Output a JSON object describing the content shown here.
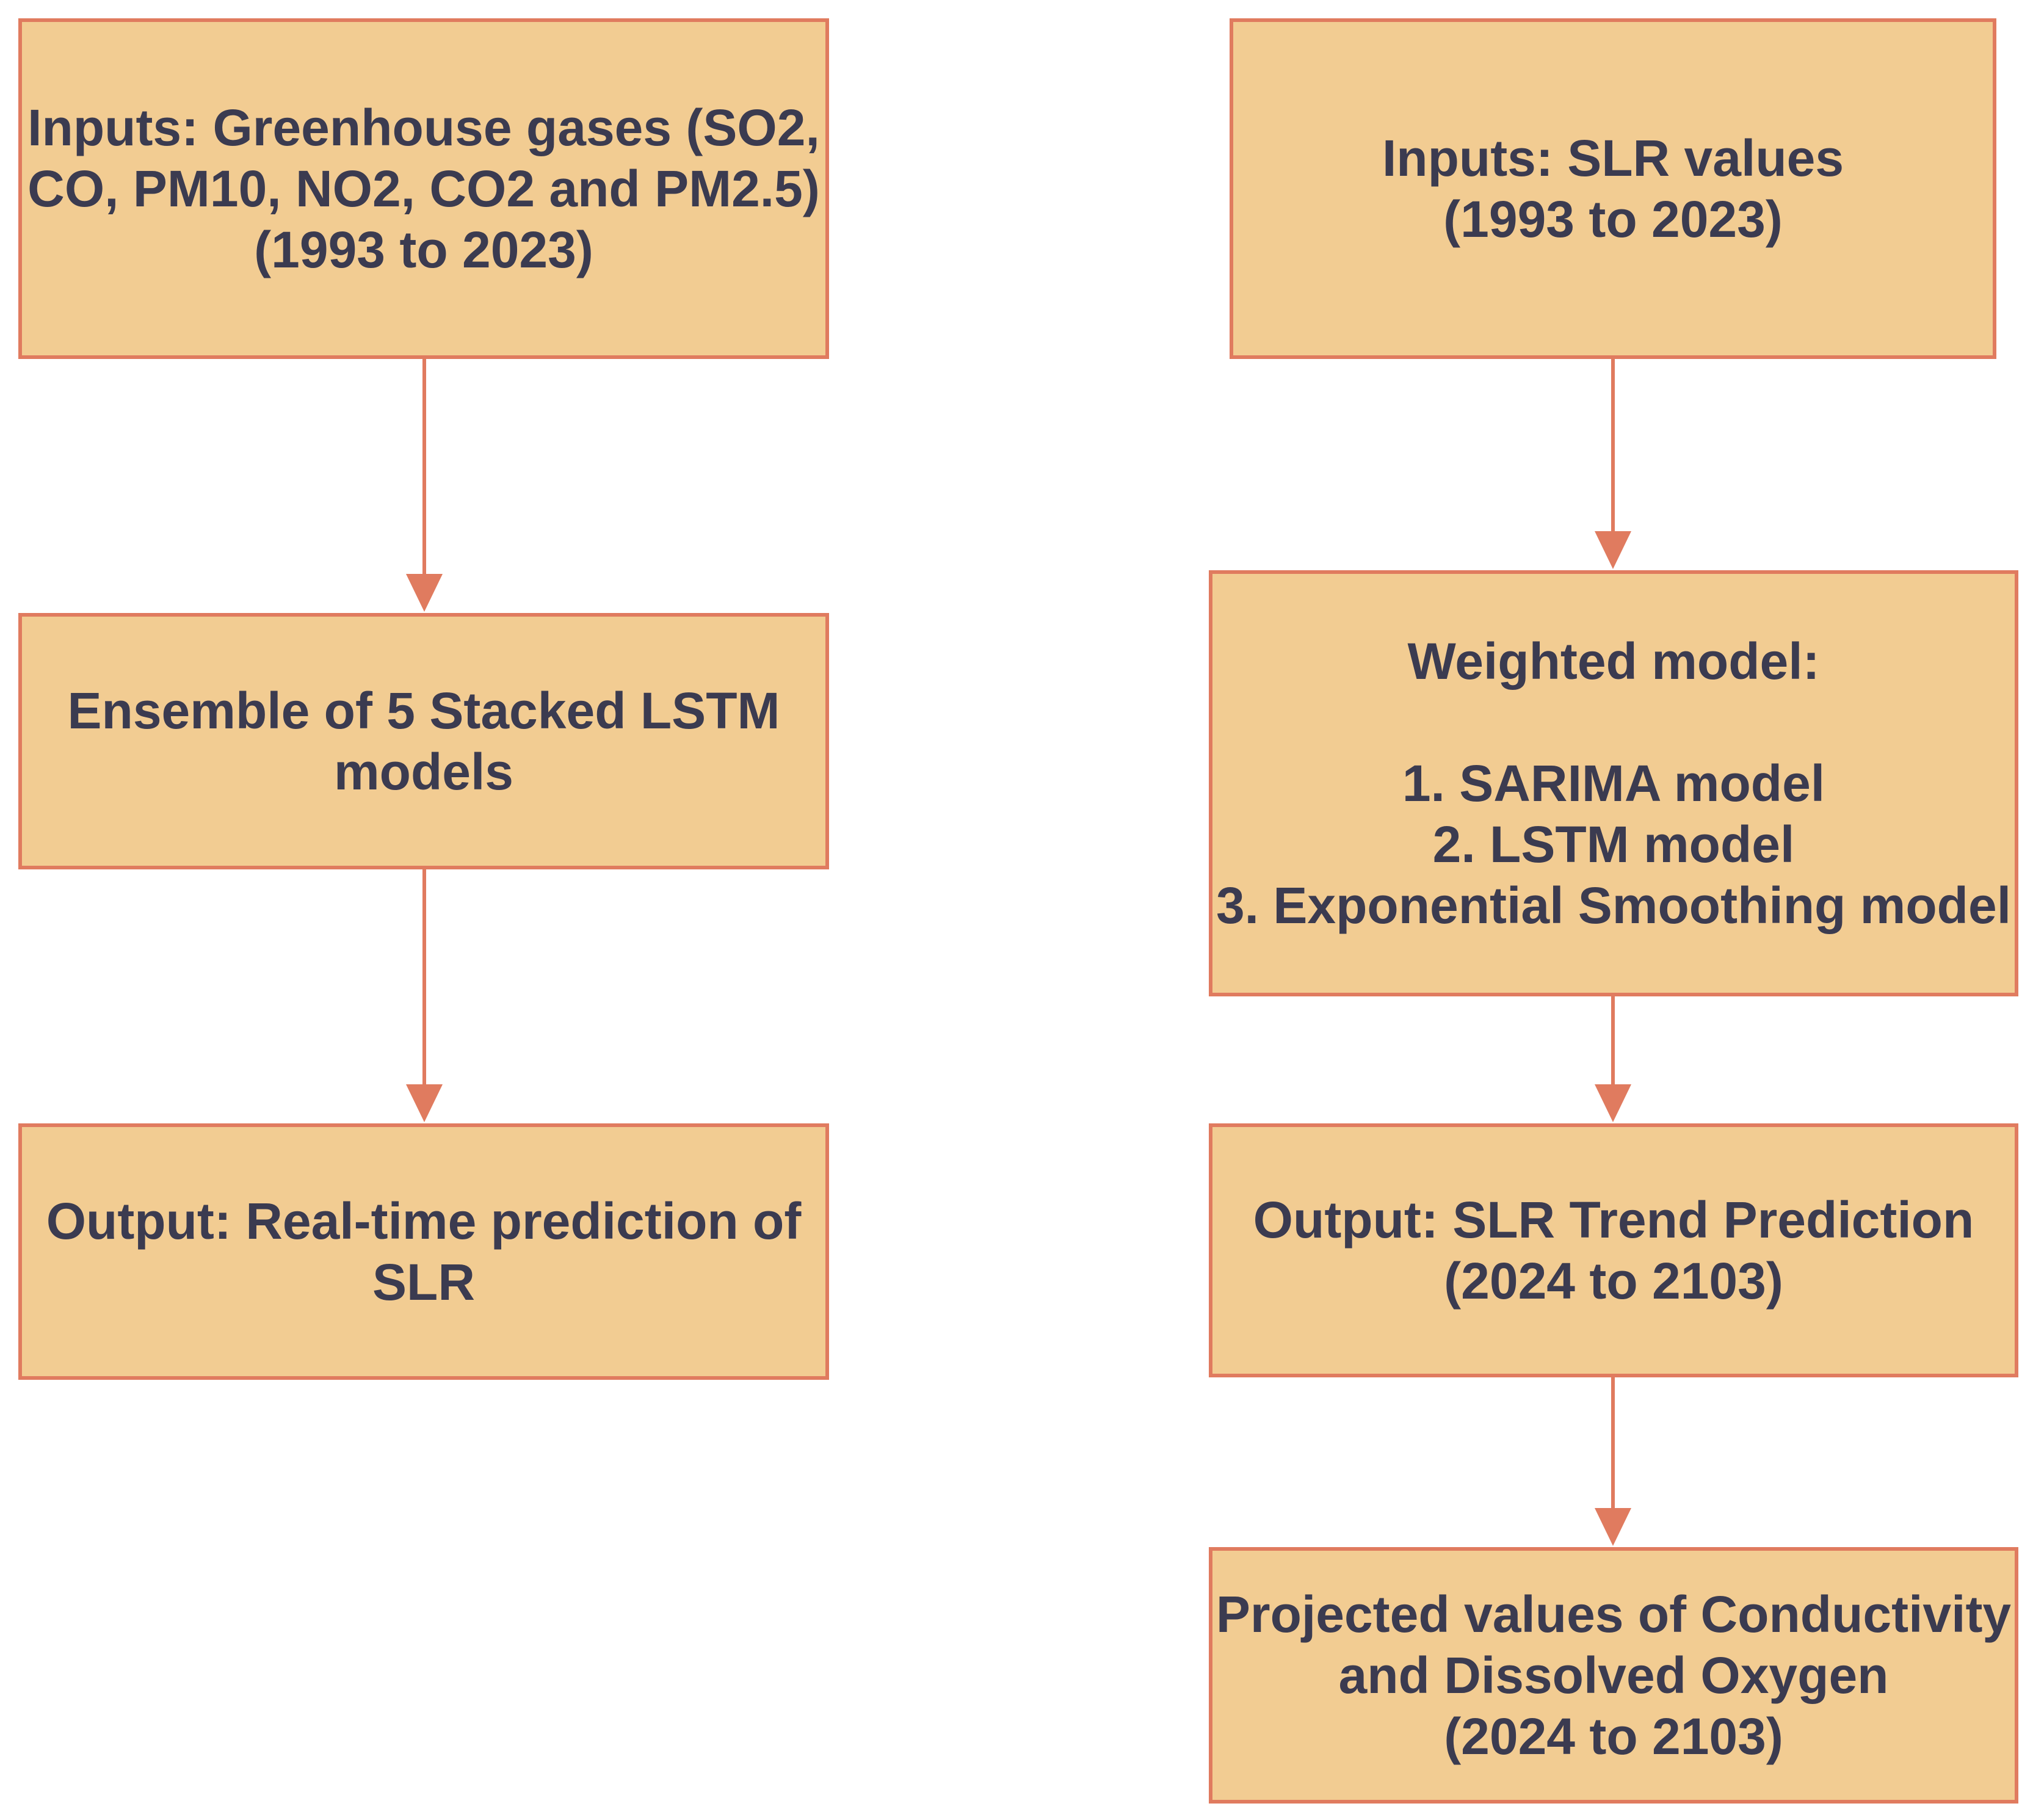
{
  "left_column": {
    "inputs_box": {
      "lines": [
        "Inputs: Greenhouse gases (SO2,",
        "CO, PM10, NO2, CO2 and PM2.5)",
        "(1993 to 2023)"
      ]
    },
    "model_box": {
      "lines": [
        "Ensemble of 5 Stacked LSTM",
        "models"
      ]
    },
    "output_box": {
      "lines": [
        "Output: Real-time prediction of",
        "SLR"
      ]
    }
  },
  "right_column": {
    "inputs_box": {
      "lines": [
        "Inputs: SLR values",
        "(1993 to 2023)"
      ]
    },
    "model_box": {
      "heading": "Weighted model:",
      "items": [
        "1. SARIMA model",
        "2. LSTM model",
        "3. Exponential Smoothing model"
      ]
    },
    "output_box": {
      "lines": [
        "Output: SLR Trend Prediction",
        "(2024 to 2103)"
      ]
    },
    "projection_box": {
      "lines": [
        "Projected values of Conductivity",
        "and Dissolved Oxygen",
        "(2024 to 2103)"
      ]
    }
  },
  "colors": {
    "box_fill": "#f2cc92",
    "box_border": "#e07b5f",
    "arrow": "#e07b5f",
    "text": "#3b3b50"
  }
}
